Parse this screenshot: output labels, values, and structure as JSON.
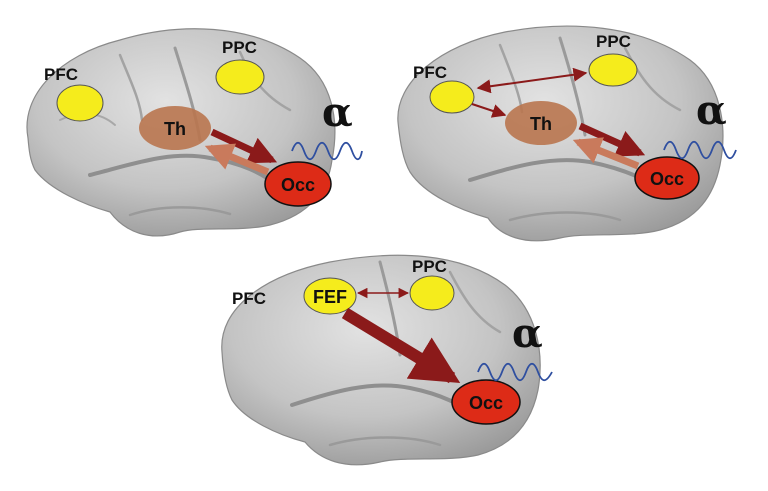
{
  "colors": {
    "cortex": "#c9c9c9",
    "cortex_dark": "#8f8f8f",
    "cortex_shadow": "#6f6f6f",
    "region_yellow": "#f5ec1c",
    "thalamus": "#b9764f",
    "occipital": "#dd2b17",
    "arrow_dark": "#8b1a1a",
    "arrow_light": "#c97a5c",
    "wave": "#2f4fa0"
  },
  "panels": [
    {
      "labels": {
        "pfc": "PFC",
        "ppc": "PPC",
        "th": "Th",
        "occ": "Occ",
        "alpha": "α"
      }
    },
    {
      "labels": {
        "pfc": "PFC",
        "ppc": "PPC",
        "th": "Th",
        "occ": "Occ",
        "alpha": "α"
      }
    },
    {
      "labels": {
        "pfc": "PFC",
        "ppc": "PPC",
        "fef": "FEF",
        "occ": "Occ",
        "alpha": "α"
      }
    }
  ]
}
